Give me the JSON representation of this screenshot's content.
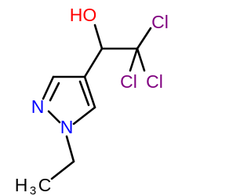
{
  "molecule": {
    "atoms": {
      "oh": {
        "text": "HO",
        "color": "#ff0000"
      },
      "cl1": {
        "text": "Cl",
        "color": "#800080"
      },
      "cl2": {
        "text": "Cl",
        "color": "#800080"
      },
      "cl3": {
        "text": "Cl",
        "color": "#800080"
      },
      "n1": {
        "text": "N",
        "color": "#0000ff"
      },
      "n2": {
        "text": "N",
        "color": "#0000ff"
      },
      "methyl": {
        "text": "H",
        "subscript": "3",
        "tail": "C",
        "color": "#000000"
      }
    }
  }
}
